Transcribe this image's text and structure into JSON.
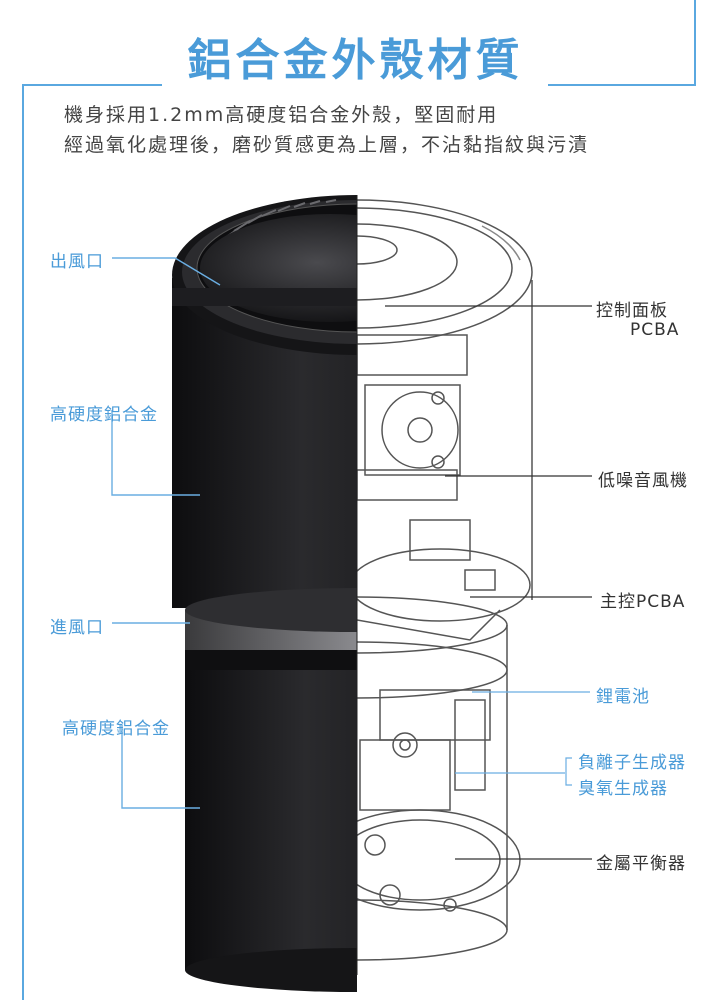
{
  "title": "鋁合金外殼材質",
  "description": {
    "line1": "機身採用1.2mm高硬度铝合金外殼，堅固耐用",
    "line2": "經過氧化處理後，磨砂質感更為上層，不沾黏指紋與污漬"
  },
  "left_labels": {
    "outlet": "出風口",
    "alloy_top": "高硬度鋁合金",
    "inlet": "進風口",
    "alloy_bottom": "高硬度鋁合金"
  },
  "right_labels": {
    "control_board_line1": "控制面板",
    "control_board_line2": "PCBA",
    "fan": "低噪音風機",
    "main_pcba": "主控PCBA",
    "battery": "鋰電池",
    "anion": "負離子生成器",
    "ozone": "臭氧生成器",
    "balancer": "金屬平衡器"
  },
  "colors": {
    "accent": "#4a9bd8",
    "body_dark": "#1c1c1e",
    "text": "#333333"
  }
}
